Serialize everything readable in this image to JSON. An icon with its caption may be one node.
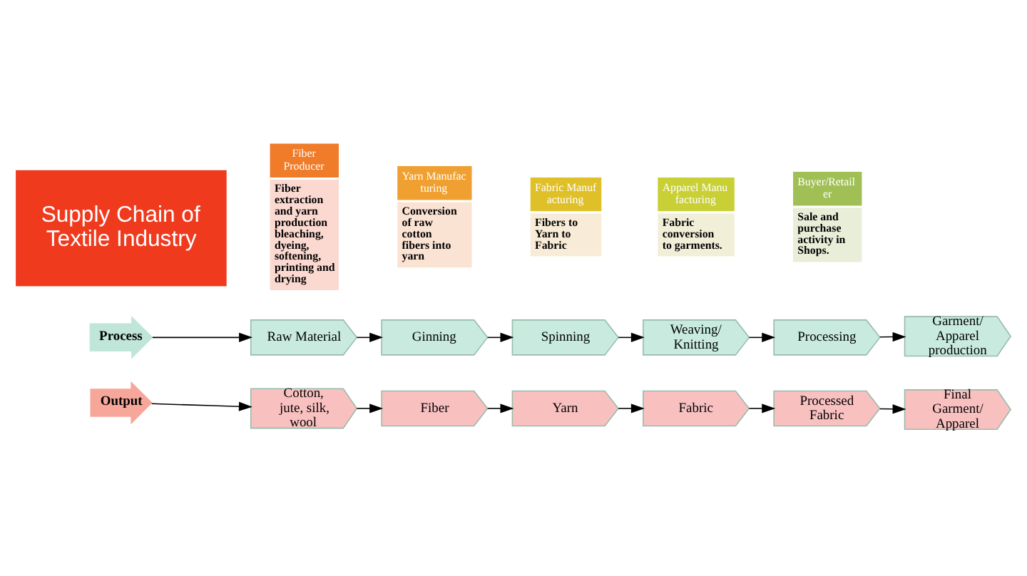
{
  "diagram": {
    "nodes": [
      {
        "text": [
          "Supply Chain of Textile Industry"
        ]
      },
      {
        "text": [
          "Fiber Producer",
          "Fiber extraction and yarn production bleaching, dyeing, softening, printing and drying"
        ]
      },
      {
        "text": [
          "Yarn Manufacturing",
          "Conversion of raw cotton fibers into yarn"
        ]
      },
      {
        "text": [
          "Fabric Manufacturing",
          "Fibers to Yarn to Fabric"
        ]
      },
      {
        "text": [
          "Apparel Manufacturing",
          "Fabric conversion to garments."
        ]
      },
      {
        "text": [
          "Buyer/Retailer",
          "Sale and purchase activity in Shops."
        ]
      },
      {
        "text": [
          "Process"
        ]
      },
      {
        "text": [
          "Raw Material"
        ]
      },
      {
        "text": [
          "Ginning"
        ]
      },
      {
        "text": [
          "Spinning"
        ]
      },
      {
        "text": [
          "Weaving/ Knitting"
        ]
      },
      {
        "text": [
          "Processing"
        ]
      },
      {
        "text": [
          "Garment/ Apparel production"
        ]
      },
      {
        "text": [
          "Output"
        ]
      },
      {
        "text": [
          "Cotton, jute, silk, wool"
        ]
      },
      {
        "text": [
          "Fiber"
        ]
      },
      {
        "text": [
          "Yarn"
        ]
      },
      {
        "text": [
          "Fabric"
        ]
      },
      {
        "text": [
          "Processed Fabric"
        ]
      },
      {
        "text": [
          "Final Garment/ Apparel"
        ]
      }
    ],
    "edges": [
      {
        "from": 6,
        "to": 7,
        "arrow": "to"
      },
      {
        "from": 7,
        "to": 8,
        "arrow": "to"
      },
      {
        "from": 8,
        "to": 9,
        "arrow": "to"
      },
      {
        "from": 9,
        "to": 10,
        "arrow": "to"
      },
      {
        "from": 10,
        "to": 11,
        "arrow": "to"
      },
      {
        "from": 11,
        "to": 12,
        "arrow": "to"
      },
      {
        "from": 13,
        "to": 14,
        "arrow": "to"
      },
      {
        "from": 14,
        "to": 15,
        "arrow": "to"
      },
      {
        "from": 15,
        "to": 16,
        "arrow": "to"
      },
      {
        "from": 16,
        "to": 17,
        "arrow": "to"
      },
      {
        "from": 17,
        "to": 18,
        "arrow": "to"
      },
      {
        "from": 18,
        "to": 19,
        "arrow": "to"
      }
    ]
  }
}
